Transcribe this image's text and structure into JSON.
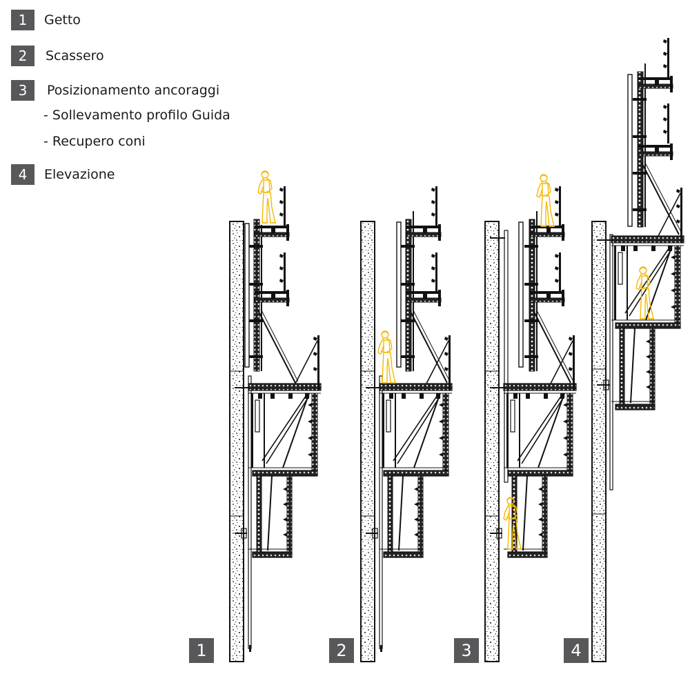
{
  "legend": {
    "items": [
      {
        "number": "1",
        "label": "Getto"
      },
      {
        "number": "2",
        "label": "Scassero"
      },
      {
        "number": "3",
        "label": "Posizionamento ancoraggi"
      },
      {
        "number": "4",
        "label": "Elevazione"
      }
    ],
    "sub_items": [
      "- Sollevamento profilo Guida",
      "- Recupero coni"
    ]
  },
  "steps": [
    {
      "number": "1",
      "worker_position": "top-platform"
    },
    {
      "number": "2",
      "worker_position": "main-deck"
    },
    {
      "number": "3",
      "worker_position": "top-platform-and-lower-deck"
    },
    {
      "number": "4",
      "worker_position": "main-platform"
    }
  ],
  "colors": {
    "badge": "#58585a",
    "worker": "#f5b800",
    "line": "#111111"
  }
}
